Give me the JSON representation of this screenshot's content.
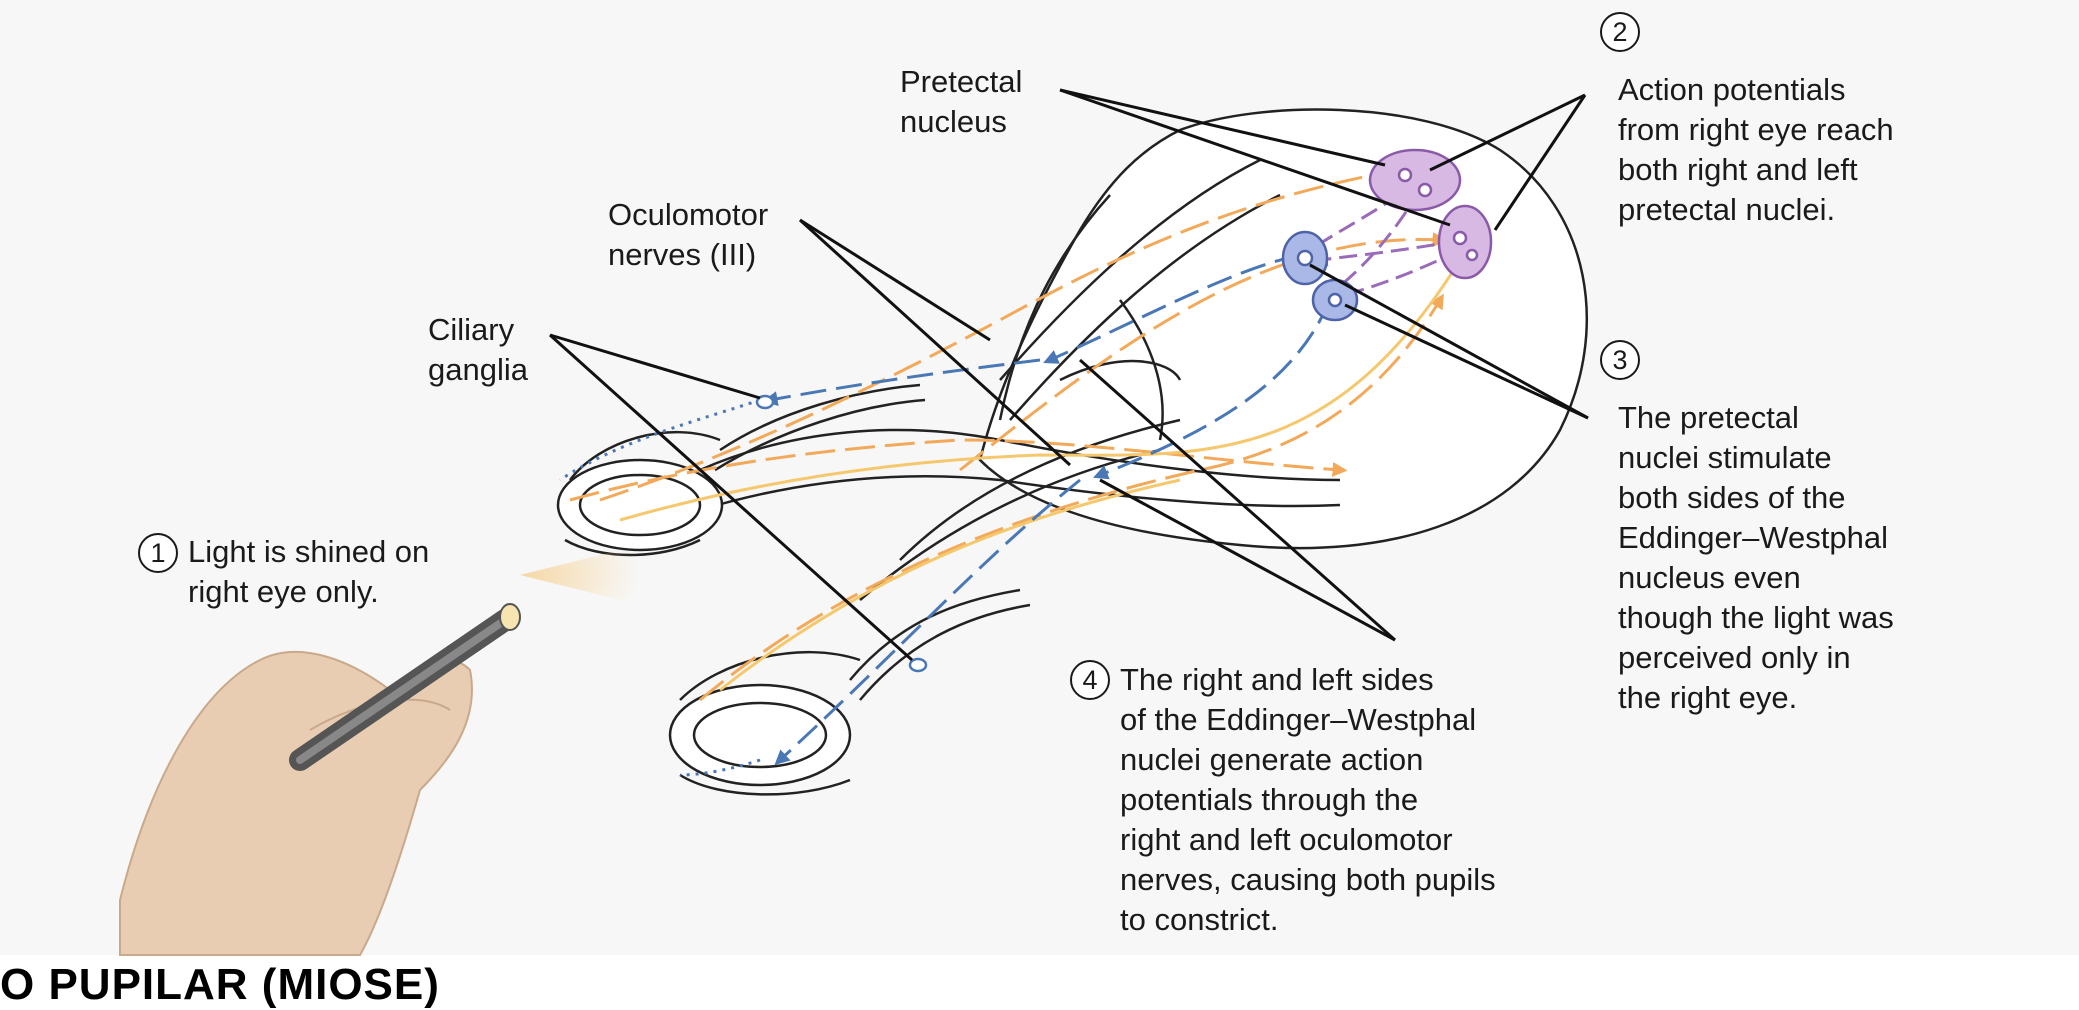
{
  "labels": {
    "pretectal_nucleus": "Pretectal\nnucleus",
    "oculomotor_nerves": "Oculomotor\nnerves (III)",
    "ciliary_ganglia": "Ciliary\nganglia"
  },
  "steps": [
    {
      "number": "1",
      "text": "Light is shined on\nright eye only."
    },
    {
      "number": "2",
      "text": "Action potentials\nfrom right eye reach\nboth right and left\npretectal nuclei."
    },
    {
      "number": "3",
      "text": "The pretectal\nnuclei stimulate\nboth sides of the\nEddinger–Westphal\nnucleus even\nthough the light was\nperceived only in\nthe right eye."
    },
    {
      "number": "4",
      "text": "The right and left sides\nof the Eddinger–Westphal\nnuclei generate action\npotentials through the\nright and left oculomotor\nnerves, causing both pupils\nto constrict."
    }
  ],
  "caption": "O PUPILAR (MIOSE)",
  "colors": {
    "afferent": "#f2a95a",
    "afferent_light": "#f5c86e",
    "efferent": "#4a78b5",
    "pretectal": "#b58ac9",
    "ew_nucleus": "#7d94cf",
    "outline": "#222222",
    "glove": "#e9cdb2"
  }
}
